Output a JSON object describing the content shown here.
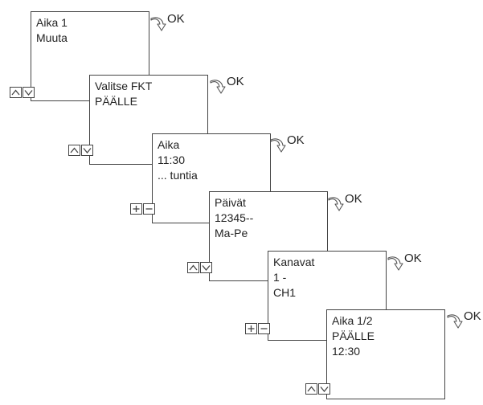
{
  "ok_label": "OK",
  "screens": [
    {
      "lines": [
        "Aika 1",
        "Muuta"
      ],
      "buttons": "arrows"
    },
    {
      "lines": [
        "Valitse FKT",
        "PÄÄLLE"
      ],
      "buttons": "arrows"
    },
    {
      "lines": [
        "Aika",
        "11:30",
        "... tuntia"
      ],
      "buttons": "plusminus"
    },
    {
      "lines": [
        "Päivät",
        "12345--",
        "Ma-Pe"
      ],
      "buttons": "arrows"
    },
    {
      "lines": [
        "Kanavat",
        "1 -",
        "CH1"
      ],
      "buttons": "plusminus"
    },
    {
      "lines": [
        "Aika 1/2",
        "PÄÄLLE",
        "12:30"
      ],
      "buttons": "arrows"
    }
  ],
  "icons": {
    "arrows": [
      "arrow-up-icon",
      "arrow-down-icon"
    ],
    "plusminus": [
      "plus-icon",
      "minus-icon"
    ],
    "ok": "ok-arrow-icon"
  }
}
